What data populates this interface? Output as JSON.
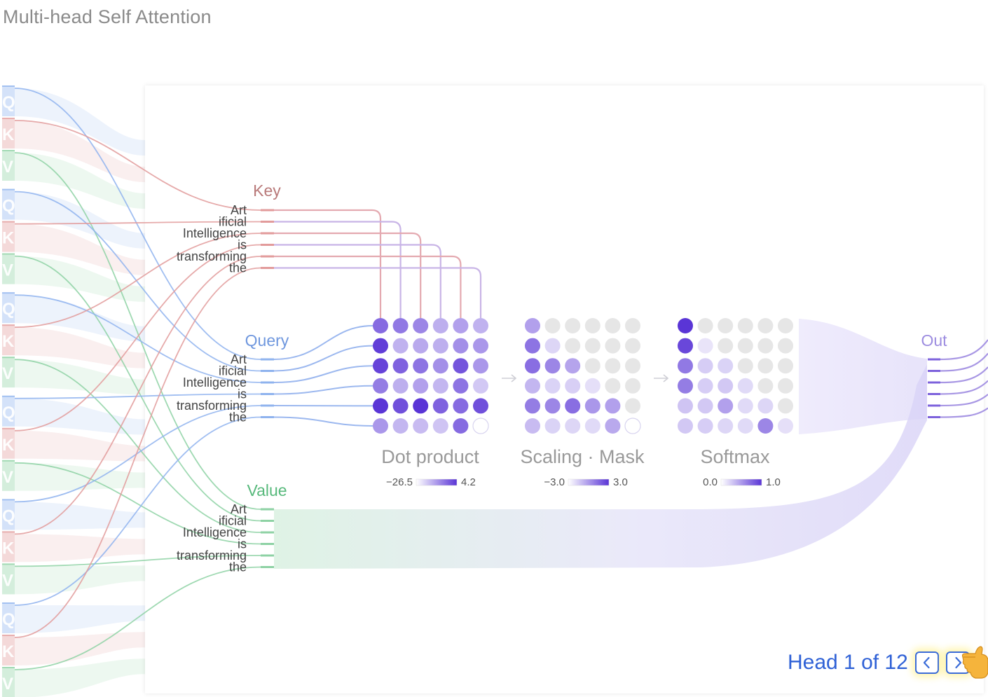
{
  "title": "Multi-head Self Attention",
  "qkv_letters": [
    "Q",
    "K",
    "V"
  ],
  "tokens": [
    "Art",
    "ificial",
    "Intelligence",
    "is",
    "transforming",
    "the"
  ],
  "labels": {
    "key": "Key",
    "query": "Query",
    "value": "Value",
    "out": "Out"
  },
  "stages": [
    {
      "name": "Dot product",
      "min": "−26.5",
      "max": "4.2"
    },
    {
      "name": "Scaling · Mask",
      "min": "−3.0",
      "max": "3.0"
    },
    {
      "name": "Softmax",
      "min": "0.0",
      "max": "1.0"
    }
  ],
  "matrices": {
    "dot_product": [
      [
        0.7,
        0.62,
        0.55,
        0.32,
        0.4,
        0.3
      ],
      [
        0.95,
        0.3,
        0.35,
        0.32,
        0.5,
        0.45
      ],
      [
        0.92,
        0.75,
        0.65,
        0.5,
        0.82,
        0.45
      ],
      [
        0.6,
        0.32,
        0.4,
        0.28,
        0.65,
        0.18
      ],
      [
        1.0,
        0.85,
        1.0,
        0.75,
        0.7,
        0.85
      ],
      [
        0.45,
        0.28,
        0.25,
        0.2,
        0.7,
        0.0
      ]
    ],
    "scaling_mask": [
      [
        0.4,
        -1,
        -1,
        -1,
        -1,
        -1
      ],
      [
        0.65,
        0.1,
        -1,
        -1,
        -1,
        -1
      ],
      [
        0.68,
        0.55,
        0.38,
        -1,
        -1,
        -1
      ],
      [
        0.28,
        0.12,
        0.14,
        0.05,
        -1,
        -1
      ],
      [
        0.6,
        0.55,
        0.68,
        0.45,
        0.4,
        -1
      ],
      [
        0.25,
        0.12,
        0.1,
        0.08,
        0.35,
        0.0
      ]
    ],
    "softmax": [
      [
        1.0,
        -1,
        -1,
        -1,
        -1,
        -1
      ],
      [
        0.9,
        0.02,
        -1,
        -1,
        -1,
        -1
      ],
      [
        0.62,
        0.15,
        0.12,
        -1,
        -1,
        -1
      ],
      [
        0.6,
        0.15,
        0.18,
        0.08,
        -1,
        -1
      ],
      [
        0.2,
        0.18,
        0.4,
        0.08,
        0.1,
        -1
      ],
      [
        0.18,
        0.15,
        0.1,
        0.08,
        0.55,
        0.05
      ]
    ]
  },
  "colors": {
    "query": "#8fb3ee",
    "key": "#e29b9b",
    "value": "#8ed2a4",
    "attention": "#6a4bd8",
    "title": "#8a8a8a",
    "nav": "#2f61d6"
  },
  "head": {
    "label": "Head 1 of 12",
    "prev_icon": "chevron-left-icon",
    "next_icon": "chevron-right-icon"
  }
}
